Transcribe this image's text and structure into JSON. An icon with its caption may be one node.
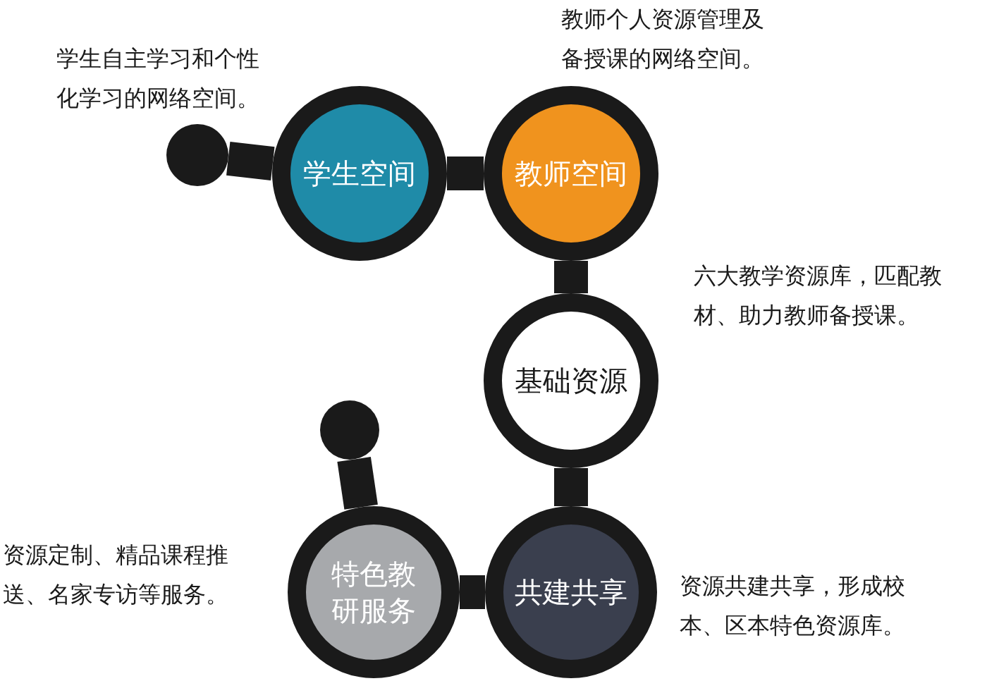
{
  "diagram": {
    "nodes": [
      {
        "text": [],
        "shape": "circle"
      },
      {
        "text": [
          "学生空间"
        ],
        "beside": [
          "学生自主学习和个性化学习的网络空间。"
        ]
      },
      {
        "text": [
          "教师空间"
        ],
        "beside": [
          "教师个人资源管理及备授课的网络空间。"
        ]
      },
      {
        "text": [
          "基础资源"
        ],
        "beside": [
          "六大教学资源库，匹配教材、助力教师备授课。"
        ]
      },
      {
        "text": [],
        "shape": "circle"
      },
      {
        "text": [
          "特色教研服务"
        ],
        "beside": [
          "资源定制、精品课程推送、名家专访等服务。"
        ]
      },
      {
        "text": [
          "共建共享"
        ],
        "beside": [
          "资源共建共享，形成校本、区本特色资源库。"
        ]
      }
    ],
    "edges": [
      {
        "from": 0,
        "to": 1,
        "arrow": "none"
      },
      {
        "from": 1,
        "to": 2,
        "arrow": "none"
      },
      {
        "from": 2,
        "to": 3,
        "arrow": "none"
      },
      {
        "from": 3,
        "to": 6,
        "arrow": "none"
      },
      {
        "from": 6,
        "to": 5,
        "arrow": "none"
      },
      {
        "from": 5,
        "to": 4,
        "arrow": "none"
      }
    ]
  }
}
